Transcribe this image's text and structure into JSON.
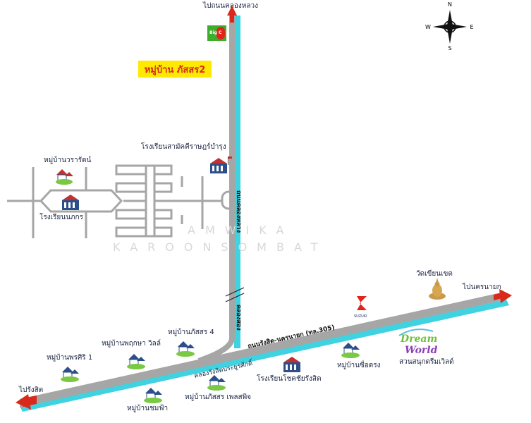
{
  "directions": {
    "north_road": "ไปถนนคลองหลวง",
    "west_road": "ไปรังสิต",
    "east_road": "ไปนครนายก"
  },
  "compass": {
    "n": "N",
    "s": "S",
    "e": "E",
    "w": "W"
  },
  "project_label": "หมู่บ้าน ภัสสร2",
  "store_logo": "Big C",
  "places": {
    "school_north": "โรงเรียนสามัคคีราษฎร์บำรุง",
    "village_woraros": "หมู่บ้านวรารัตน์",
    "school_west": "โรงเรียนนภกร",
    "temple": "วัดเขียนเขต",
    "village_pornsiri": "หมู่บ้านพรศิริ 1",
    "village_pruksa": "หมู่บ้านพฤกษา วิลล์",
    "village_passorn4": "หมู่บ้านภัสสร 4",
    "village_chomfa": "หมู่บ้านชมฟ้า",
    "village_passorn_pleng": "หมู่บ้านภัสสร เพลสพิจ",
    "school_chotchai": "โรงเรียนโชคชัยรังสิต",
    "village_sue_trong": "หมู่บ้านซื่อตรง",
    "amusement_park": "สวนสนุกดรีมเวิลด์"
  },
  "roads": {
    "main_road": "ถนนรังสิต-นครนายก (ทล.305)",
    "vertical_road": "ถนนคลองหลวง",
    "vertical_canal": "คลองสอง",
    "canal": "คลองรังสิตประยูรศักดิ์"
  },
  "logos": {
    "suzuki": "SUZUKI",
    "dream_world_top": "Dream",
    "dream_world_bottom": "World"
  },
  "watermark": {
    "line1": "AMWIKA",
    "line2": "KAROONSOMBAT"
  },
  "colors": {
    "road": "#a6a6a6",
    "canal": "#3fd2e0",
    "label_box": "#ffe900",
    "arrow": "#d9291c",
    "house_roof": "#c0322f",
    "house_body": "#2c4f8c",
    "house_green": "#79c943"
  }
}
